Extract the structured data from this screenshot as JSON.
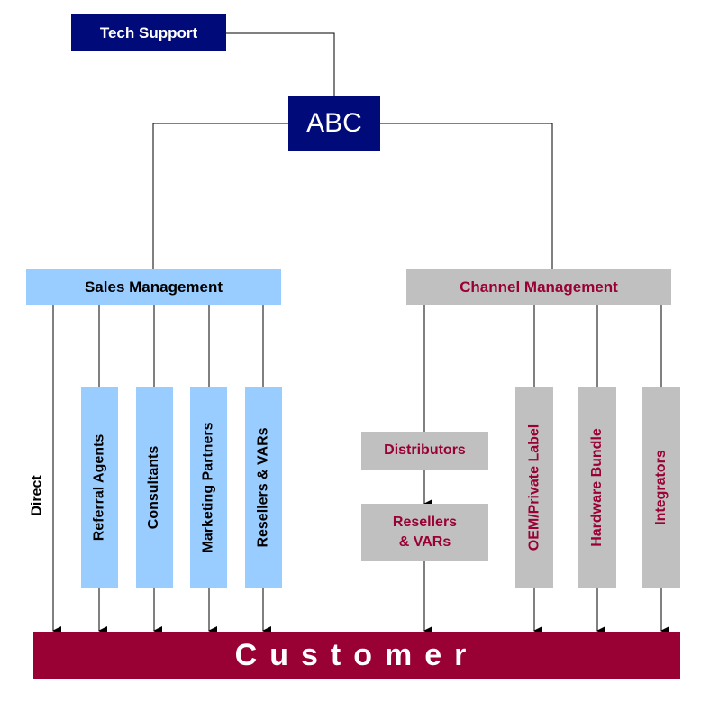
{
  "top": {
    "tech_support": "Tech Support",
    "abc": "ABC"
  },
  "sales": {
    "title": "Sales Management",
    "direct": "Direct",
    "channels": [
      "Referral Agents",
      "Consultants",
      "Marketing Partners",
      "Resellers & VARs"
    ]
  },
  "channel": {
    "title": "Channel Management",
    "distributors": "Distributors",
    "resellers_line1": "Resellers",
    "resellers_line2": "& VARs",
    "channels": [
      "OEM/Private Label",
      "Hardware Bundle",
      "Integrators"
    ]
  },
  "customer": "Customer",
  "colors": {
    "navy": "#000a78",
    "light_blue": "#99ccff",
    "gray": "#c0c0c0",
    "maroon": "#990033"
  }
}
